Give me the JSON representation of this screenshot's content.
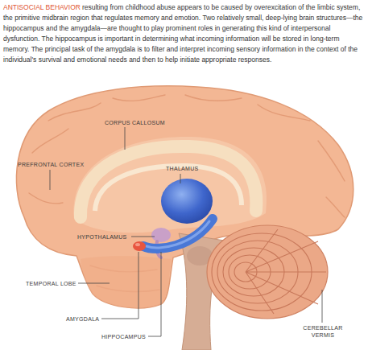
{
  "diagram": {
    "title": "ANTISOCIAL BEHAVIOR",
    "caption": "resulting from childhood abuse appears to be caused by overexcitation of the limbic system, the primitive midbrain region that regulates memory and emotion. Two relatively small, deep-lying brain structures—the hippocampus and the amygdala—are thought to play prominent roles in generating this kind of interpersonal dysfunction. The hippocampus is important in determining what incoming information will be stored in long-term memory. The principal task of the amygdala is to filter and interpret incoming sensory information in the context of the individual's survival and emotional needs and then to help initiate appropriate responses.",
    "labels": [
      "CORPUS CALLOSUM",
      "THALAMUS",
      "PREFRONTAL CORTEX",
      "HYPOTHALAMUS",
      "TEMPORAL LOBE",
      "AMYGDALA",
      "HIPPOCAMPUS",
      "CEREBELLAR VERMIS"
    ]
  }
}
